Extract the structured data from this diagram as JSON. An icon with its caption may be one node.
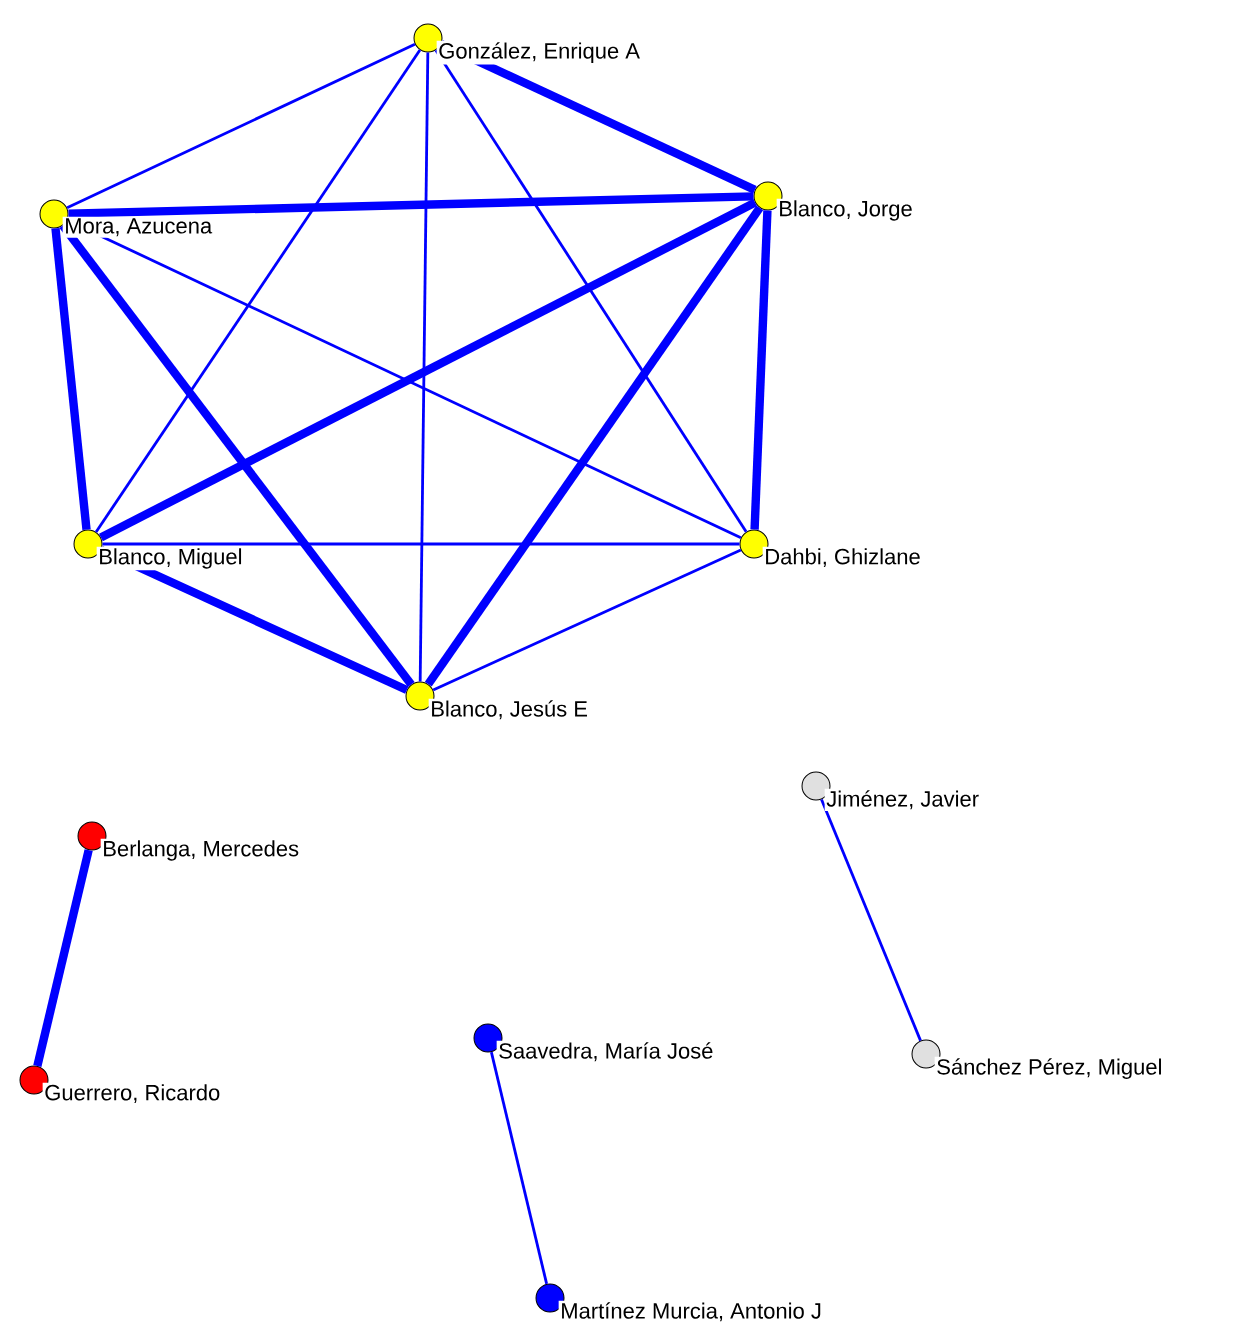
{
  "diagram": {
    "nodes": [
      {
        "text": [],
        "shape": "circle",
        "beside": [
          "González, Enrique A"
        ]
      },
      {
        "text": [],
        "shape": "circle",
        "beside": [
          "Mora, Azucena"
        ]
      },
      {
        "text": [],
        "shape": "circle",
        "beside": [
          "Blanco, Jorge"
        ]
      },
      {
        "text": [],
        "shape": "circle",
        "beside": [
          "Blanco, Miguel"
        ]
      },
      {
        "text": [],
        "shape": "circle",
        "beside": [
          "Dahbi, Ghizlane"
        ]
      },
      {
        "text": [],
        "shape": "circle",
        "beside": [
          "Blanco, Jesús E"
        ]
      },
      {
        "text": [],
        "shape": "circle",
        "beside": [
          "Berlanga, Mercedes"
        ]
      },
      {
        "text": [],
        "shape": "circle",
        "beside": [
          "Guerrero, Ricardo"
        ]
      },
      {
        "text": [],
        "shape": "circle",
        "beside": [
          "Jiménez, Javier"
        ]
      },
      {
        "text": [],
        "shape": "circle",
        "beside": [
          "Saavedra, María José"
        ]
      },
      {
        "text": [],
        "shape": "circle",
        "beside": [
          "Sánchez Pérez, Miguel"
        ]
      },
      {
        "text": [],
        "shape": "circle",
        "beside": [
          "Martínez Murcia, Antonio J"
        ]
      }
    ],
    "edges": [
      {
        "from": 0,
        "to": 1,
        "arrow": "none"
      },
      {
        "from": 0,
        "to": 2,
        "arrow": "none",
        "style": "thick"
      },
      {
        "from": 0,
        "to": 3,
        "arrow": "none"
      },
      {
        "from": 0,
        "to": 4,
        "arrow": "none"
      },
      {
        "from": 0,
        "to": 5,
        "arrow": "none"
      },
      {
        "from": 1,
        "to": 2,
        "arrow": "none",
        "style": "thick"
      },
      {
        "from": 1,
        "to": 3,
        "arrow": "none",
        "style": "thick"
      },
      {
        "from": 1,
        "to": 4,
        "arrow": "none"
      },
      {
        "from": 1,
        "to": 5,
        "arrow": "none",
        "style": "thick"
      },
      {
        "from": 2,
        "to": 3,
        "arrow": "none",
        "style": "thick"
      },
      {
        "from": 2,
        "to": 4,
        "arrow": "none",
        "style": "thick"
      },
      {
        "from": 2,
        "to": 5,
        "arrow": "none",
        "style": "thick"
      },
      {
        "from": 3,
        "to": 4,
        "arrow": "none"
      },
      {
        "from": 3,
        "to": 5,
        "arrow": "none",
        "style": "thick"
      },
      {
        "from": 4,
        "to": 5,
        "arrow": "none"
      },
      {
        "from": 6,
        "to": 7,
        "arrow": "none",
        "style": "thick"
      },
      {
        "from": 8,
        "to": 10,
        "arrow": "none"
      },
      {
        "from": 9,
        "to": 11,
        "arrow": "none"
      }
    ]
  }
}
